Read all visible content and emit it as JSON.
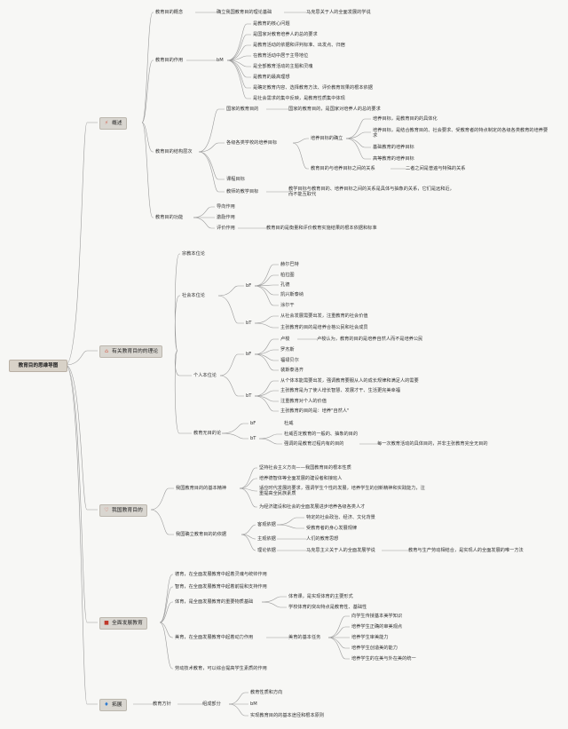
{
  "root": "教育目的思维导图",
  "branches": {
    "b1": {
      "label": "概述",
      "icon": "chart-icon",
      "icon_color": "#d35c4a"
    },
    "b2": {
      "label": "有关教育目的的理论",
      "icon": "home-icon",
      "icon_color": "#d35c4a"
    },
    "b3": {
      "label": "我国教育目的",
      "icon": "heart-icon",
      "icon_color": "#d35c4a"
    },
    "b4": {
      "label": "全面发展教育",
      "icon": "flag-icon",
      "icon_color": "#c0392b"
    },
    "b5": {
      "label": "拓展",
      "icon": "flame-icon",
      "icon_color": "#2f7bd0"
    }
  },
  "nodes": {
    "n1": "教育目的概念",
    "n2": "确立我国教育目的理论基础",
    "n3": "马克思关于人的全面发展的学说",
    "n4": "教育目的作用",
    "n5": "bM",
    "n6": "是教育的核心问题",
    "n7": "是国家对教育培养人的总的要求",
    "n8": "是教育活动的依据和评判标准、出发点、归宿",
    "n9": "在教育活动中居于主导地位",
    "n10": "是全部教育活动的主题和灵魂",
    "n11": "是教育的最高理想",
    "n12": "是确定教育内容、选择教育方法、评价教育效果的根本依据",
    "n13": "是社会需求的集中反映，是教育性质集中体现",
    "n14": "教育目的结构层次",
    "n15": "国家的教育目的",
    "n16": "国家的教育目的，是国家对培养人的总的要求",
    "n17": "各级各类学校的培养目标",
    "n18": "培养目标的确立",
    "n19": "培养目标，是教育目的的具体化",
    "n20": "培养目标，是结合教育目的、社会要求、受教育者的特点制定的各级各类教育的培养要求",
    "n21": "基础教育的培养目标",
    "n22": "高等教育的培养目标",
    "n23": "教育目的与培养目标之间的关系",
    "n24": "二者之间是普遍与特殊的关系",
    "n25": "课程目标",
    "n26": "教师的教学目标",
    "n27": "教学目标与教育目的、培养目标之间的关系是具体与抽象的关系，它们是远和近，而不能互取代",
    "n28": "教育目的功能",
    "n29": "导向作用",
    "n30": "激励作用",
    "n31": "评价作用",
    "n32": "教育目的是衡量和评价教育实施结果的根本依据和标准",
    "n33": "宗教本位论",
    "n34": "社会本位论",
    "n35": "bF",
    "n36": "赫尔巴特",
    "n37": "柏拉图",
    "n38": "孔德",
    "n39": "凯兴斯泰纳",
    "n40": "涂尔干",
    "n41": "bT",
    "n42": "从社会发展需要出发，注重教育的社会价值",
    "n43": "主张教育的目的是培养合格公民和社会成员",
    "n44": "个人本位论",
    "n45": "bF",
    "n46": "卢梭",
    "n47": "卢梭认为，教育的目的是培养自然人而不是培养公民",
    "n48": "罗杰斯",
    "n49": "福禄贝尔",
    "n50": "裴斯泰洛齐",
    "n51": "bT",
    "n52": "从个体本能需要出发，强调教育要服从人的成长规律和满足人的需要",
    "n53": "主张教育是为了使人增长智慧、发展才干、生活更完美幸福",
    "n54": "注重教育对个人的价值",
    "n55": "主张教育的目的是：培养\"自然人\"",
    "n56": "教育无目的论",
    "n57": "bF",
    "n58": "杜威",
    "n59": "bT",
    "n60": "杜威否定教育的一般的、抽象的目的",
    "n61": "强调的是教育过程内有的目的",
    "n62": "每一次教育活动的具体目的，并非主张教育完全无目的",
    "n63": "我国教育目的的基本精神",
    "n64": "坚持社会主义方向——我国教育目的根本性质",
    "n65": "培养德智体等全面发展的建设者和接班人",
    "n66": "适应时代发展的要求，强调学生个性的发展，培养学生的创新精神和实践能力，注重提高全民族素质",
    "n67": "为经济建设和社会的全面发展进步培养各级各类人才",
    "n68": "我国确立教育目的的依据",
    "n69": "客观依据",
    "n70": "特定的社会政治、经济、文化背景",
    "n71": "受教育者的身心发展规律",
    "n72": "主观依据",
    "n73": "人们的教育思想",
    "n74": "理论依据",
    "n75": "马克思主义关于人的全面发展学说",
    "n76": "教育与生产劳动相结合，是实现人的全面发展的唯一方法",
    "n77": "德育，在全面发展教育中起着灵魂与统帅作用",
    "n78": "智育，在全面发展教育中起着前提和支持作用",
    "n79": "体育，是全面发展教育的重要物质基础",
    "n80": "体育课，是实现体育的主要形式",
    "n81": "学校体育的突出特点是教育性、基础性",
    "n82": "美育，在全面发展教育中起着动力作用",
    "n83": "美育的基本任务",
    "n84": "向学生传授基本美学知识",
    "n85": "培养学生正确的审美观点",
    "n86": "培养学生审美能力",
    "n87": "培养学生创造美的能力",
    "n88": "培养学生的在美与外在美的统一",
    "n89": "劳动技术教育，可以综合提高学生素质的作用",
    "n90": "教育方针",
    "n91": "组成部分",
    "n92": "教育性质和方向",
    "n93": "bM",
    "n94": "实现教育目的的基本途径和根本原则"
  },
  "colors": {
    "line": "#9a9a9a",
    "root_bg": "#d8d2c8",
    "branch_bg": "#d9d6d0"
  }
}
